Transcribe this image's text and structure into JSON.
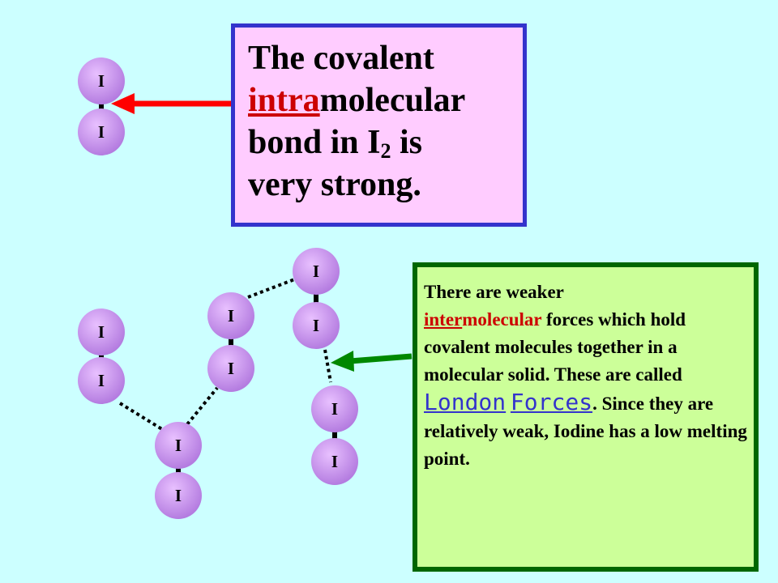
{
  "atom_symbol": "I",
  "colors": {
    "background": "#ccffff",
    "atom": "#cc88ee",
    "box1_fill": "#ffccff",
    "box1_border": "#3333cc",
    "box2_fill": "#ccff99",
    "box2_border": "#006600",
    "red_arrow": "#ff0000",
    "green_arrow": "#008800",
    "highlight_red": "#cc0000",
    "link_blue": "#3333cc"
  },
  "box1": {
    "line1": "The covalent",
    "prefix": "intra",
    "line2_rest": "molecular",
    "line3_start": "bond in I",
    "subscript": "2",
    "line3_end": " is",
    "line4": "very strong."
  },
  "box2": {
    "intro": "There are weaker",
    "prefix": "inter",
    "middle_red": "molecular",
    "rest": " forces which hold covalent molecules together in a molecular solid. These are called ",
    "link1": "London",
    "link2": "Forces",
    "tail": ". Since they are relatively weak, Iodine has a low melting point."
  }
}
